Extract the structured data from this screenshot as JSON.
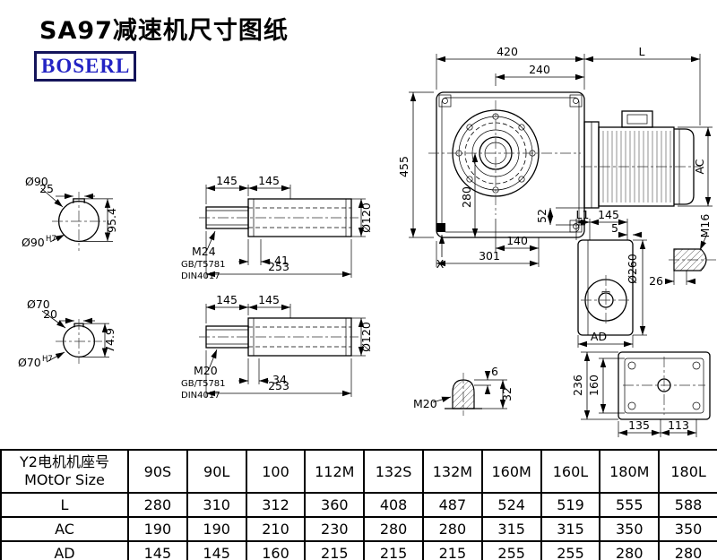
{
  "title": "SA97减速机尺寸图纸",
  "logo": "BOSERL",
  "main_view": {
    "d420": "420",
    "dL": "L",
    "d240": "240",
    "d455": "455",
    "d280": "280",
    "dAC": "AC",
    "d52": "52",
    "d140": "140",
    "d301": "301",
    "dX": "X"
  },
  "shaft_end_top": {
    "dia": "Ø90",
    "key_width": "25",
    "key_depth": "95.4",
    "bore": "Ø90",
    "tol": "H7"
  },
  "shaft_end_bottom": {
    "dia": "Ø70",
    "key_width": "20",
    "key_depth": "74.9",
    "bore": "Ø70",
    "tol": "H7"
  },
  "shaft_side_top": {
    "d145a": "145",
    "d145b": "145",
    "dia": "Ø120",
    "thread": "M24",
    "std1": "GB/T5781",
    "std2": "DIN4017",
    "d41": "41",
    "d253": "253"
  },
  "shaft_side_bottom": {
    "d145a": "145",
    "d145b": "145",
    "dia": "Ø120",
    "thread": "M20",
    "std1": "GB/T5781",
    "std2": "DIN4017",
    "d34": "34",
    "d253": "253"
  },
  "output_view": {
    "dL1": "L1",
    "d145": "145",
    "d5": "5",
    "thread": "M16",
    "dia": "Ø260",
    "d26": "26",
    "dAD": "AD"
  },
  "tip_view": {
    "thread": "M20",
    "d6": "6",
    "d32": "32"
  },
  "mount_view": {
    "d236": "236",
    "d160": "160",
    "d135": "135",
    "d113": "113"
  },
  "table": {
    "header_cn": "Y2电机机座号",
    "header_en": "MOtOr Size",
    "columns": [
      "90S",
      "90L",
      "100",
      "112M",
      "132S",
      "132M",
      "160M",
      "160L",
      "180M",
      "180L"
    ],
    "rows": [
      {
        "label": "L",
        "values": [
          "280",
          "310",
          "312",
          "360",
          "408",
          "487",
          "524",
          "519",
          "555",
          "588"
        ]
      },
      {
        "label": "AC",
        "values": [
          "190",
          "190",
          "210",
          "230",
          "280",
          "280",
          "315",
          "315",
          "350",
          "350"
        ]
      },
      {
        "label": "AD",
        "values": [
          "145",
          "145",
          "160",
          "215",
          "215",
          "215",
          "255",
          "255",
          "280",
          "280"
        ]
      }
    ]
  }
}
